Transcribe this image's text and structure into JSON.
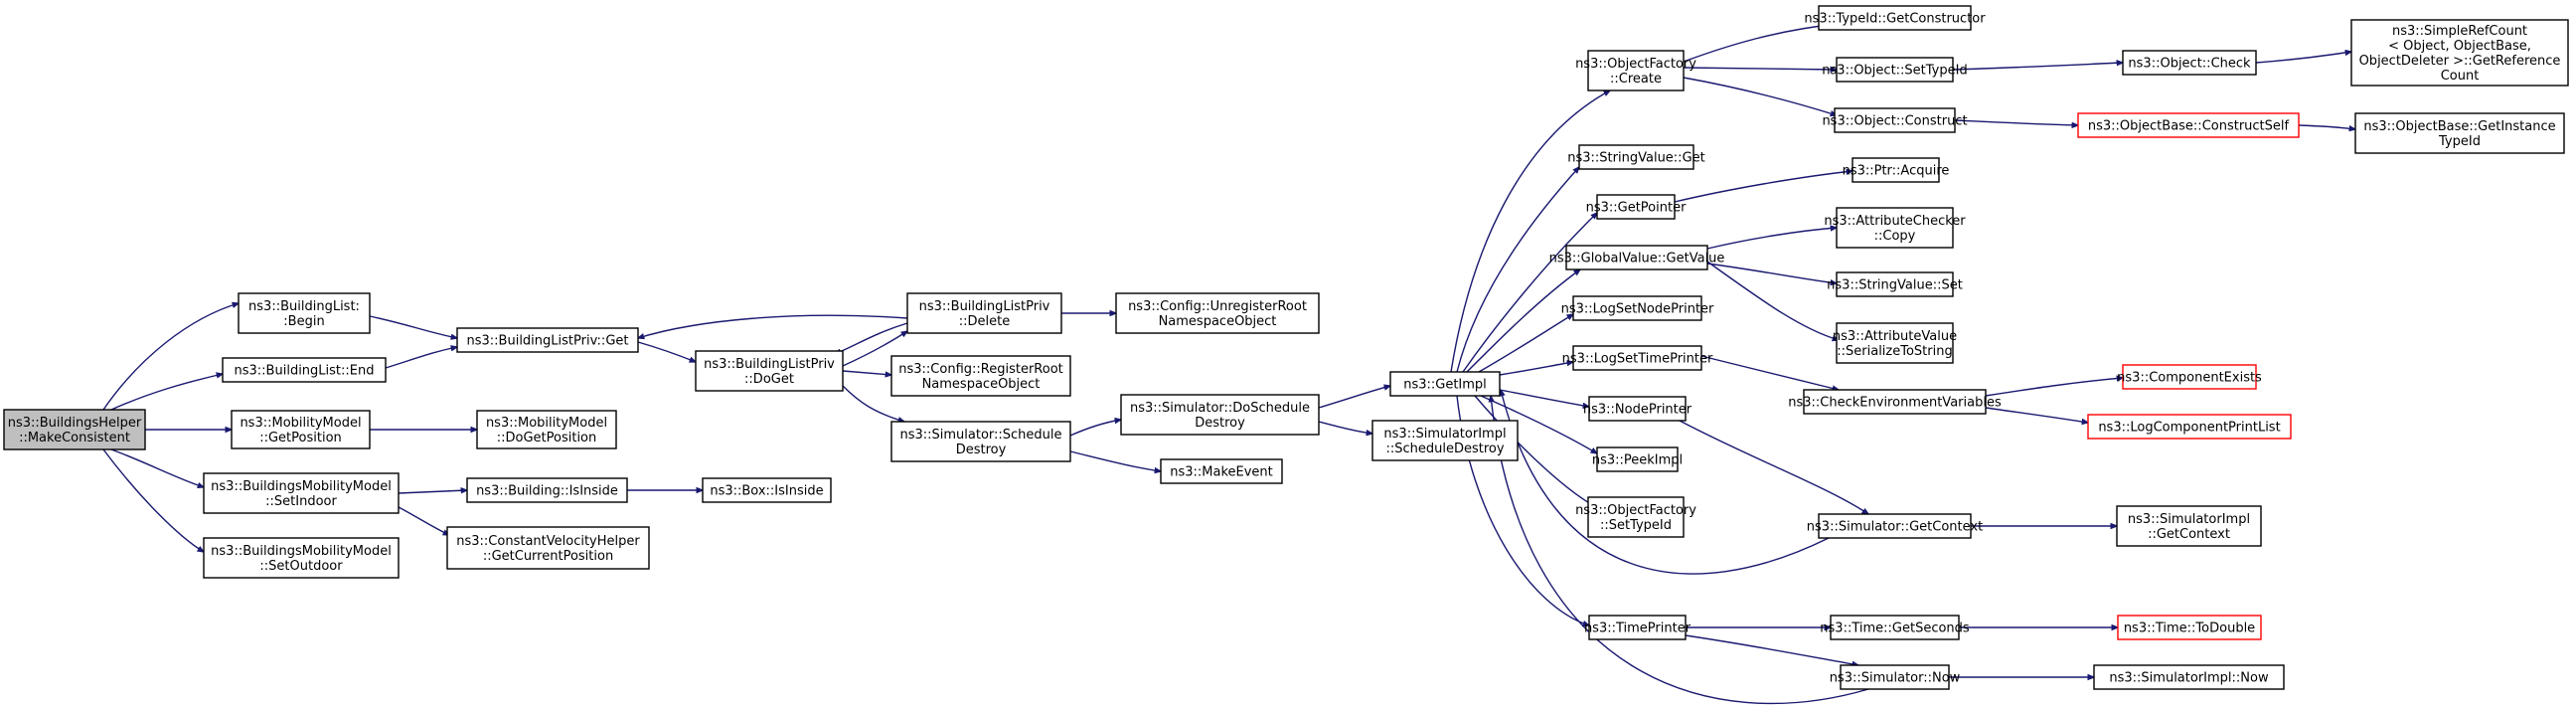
{
  "colors": {
    "edge": "#191970",
    "truncated_border": "#ff0000",
    "root_fill": "#bfbfbf"
  },
  "nodes": [
    {
      "id": "root",
      "lines": [
        "ns3::BuildingsHelper",
        "::MakeConsistent"
      ],
      "root": true
    },
    {
      "id": "bl_begin",
      "lines": [
        "ns3::BuildingList:",
        ":Begin"
      ]
    },
    {
      "id": "bl_end",
      "lines": [
        "ns3::BuildingList::End"
      ]
    },
    {
      "id": "mm_getpos",
      "lines": [
        "ns3::MobilityModel",
        "::GetPosition"
      ]
    },
    {
      "id": "bmm_setindoor",
      "lines": [
        "ns3::BuildingsMobilityModel",
        "::SetIndoor"
      ]
    },
    {
      "id": "bmm_setoutdoor",
      "lines": [
        "ns3::BuildingsMobilityModel",
        "::SetOutdoor"
      ]
    },
    {
      "id": "blp_get",
      "lines": [
        "ns3::BuildingListPriv::Get"
      ]
    },
    {
      "id": "mm_dogetpos",
      "lines": [
        "ns3::MobilityModel",
        "::DoGetPosition"
      ]
    },
    {
      "id": "b_isinside",
      "lines": [
        "ns3::Building::IsInside"
      ]
    },
    {
      "id": "cvh_getcurpos",
      "lines": [
        "ns3::ConstantVelocityHelper",
        "::GetCurrentPosition"
      ]
    },
    {
      "id": "box_isinside",
      "lines": [
        "ns3::Box::IsInside"
      ]
    },
    {
      "id": "blp_doget",
      "lines": [
        "ns3::BuildingListPriv",
        "::DoGet"
      ]
    },
    {
      "id": "blp_delete",
      "lines": [
        "ns3::BuildingListPriv",
        "::Delete"
      ]
    },
    {
      "id": "cfg_unreg",
      "lines": [
        "ns3::Config::UnregisterRoot",
        "NamespaceObject"
      ]
    },
    {
      "id": "cfg_reg",
      "lines": [
        "ns3::Config::RegisterRoot",
        "NamespaceObject"
      ]
    },
    {
      "id": "sim_schedestroy",
      "lines": [
        "ns3::Simulator::Schedule",
        "Destroy"
      ]
    },
    {
      "id": "sim_doschedestroy",
      "lines": [
        "ns3::Simulator::DoSchedule",
        "Destroy"
      ]
    },
    {
      "id": "makeevent",
      "lines": [
        "ns3::MakeEvent"
      ]
    },
    {
      "id": "getimpl",
      "lines": [
        "ns3::GetImpl"
      ]
    },
    {
      "id": "simimpl_schedestroy",
      "lines": [
        "ns3::SimulatorImpl",
        "::ScheduleDestroy"
      ]
    },
    {
      "id": "of_create",
      "lines": [
        "ns3::ObjectFactory",
        "::Create"
      ]
    },
    {
      "id": "sv_get",
      "lines": [
        "ns3::StringValue::Get"
      ]
    },
    {
      "id": "getpointer",
      "lines": [
        "ns3::GetPointer"
      ]
    },
    {
      "id": "gv_getvalue",
      "lines": [
        "ns3::GlobalValue::GetValue"
      ]
    },
    {
      "id": "logsetnode",
      "lines": [
        "ns3::LogSetNodePrinter"
      ]
    },
    {
      "id": "logsettime",
      "lines": [
        "ns3::LogSetTimePrinter"
      ]
    },
    {
      "id": "nodeprinter",
      "lines": [
        "ns3::NodePrinter"
      ]
    },
    {
      "id": "peekimpl",
      "lines": [
        "ns3::PeekImpl"
      ]
    },
    {
      "id": "of_settypeid",
      "lines": [
        "ns3::ObjectFactory",
        "::SetTypeId"
      ]
    },
    {
      "id": "timeprinter",
      "lines": [
        "ns3::TimePrinter"
      ]
    },
    {
      "id": "typeid_getctor",
      "lines": [
        "ns3::TypeId::GetConstructor"
      ]
    },
    {
      "id": "obj_settypeid",
      "lines": [
        "ns3::Object::SetTypeId"
      ]
    },
    {
      "id": "obj_construct",
      "lines": [
        "ns3::Object::Construct"
      ]
    },
    {
      "id": "ptr_acquire",
      "lines": [
        "ns3::Ptr::Acquire"
      ]
    },
    {
      "id": "ac_copy",
      "lines": [
        "ns3::AttributeChecker",
        "::Copy"
      ]
    },
    {
      "id": "sv_set",
      "lines": [
        "ns3::StringValue::Set"
      ]
    },
    {
      "id": "av_serialize",
      "lines": [
        "ns3::AttributeValue",
        "::SerializeToString"
      ]
    },
    {
      "id": "checkenv",
      "lines": [
        "ns3::CheckEnvironmentVariables"
      ]
    },
    {
      "id": "sim_getcontext",
      "lines": [
        "ns3::Simulator::GetContext"
      ]
    },
    {
      "id": "time_getseconds",
      "lines": [
        "ns3::Time::GetSeconds"
      ]
    },
    {
      "id": "sim_now",
      "lines": [
        "ns3::Simulator::Now"
      ]
    },
    {
      "id": "obj_check",
      "lines": [
        "ns3::Object::Check"
      ]
    },
    {
      "id": "ob_constructself",
      "lines": [
        "ns3::ObjectBase::ConstructSelf"
      ],
      "truncated": true
    },
    {
      "id": "componentexists",
      "lines": [
        "ns3::ComponentExists"
      ],
      "truncated": true
    },
    {
      "id": "logcompprintlist",
      "lines": [
        "ns3::LogComponentPrintList"
      ],
      "truncated": true
    },
    {
      "id": "simimpl_getcontext",
      "lines": [
        "ns3::SimulatorImpl",
        "::GetContext"
      ]
    },
    {
      "id": "time_todouble",
      "lines": [
        "ns3::Time::ToDouble"
      ],
      "truncated": true
    },
    {
      "id": "simimpl_now",
      "lines": [
        "ns3::SimulatorImpl::Now"
      ]
    },
    {
      "id": "simplerefcount",
      "lines": [
        "ns3::SimpleRefCount",
        "< Object, ObjectBase,",
        "ObjectDeleter >::GetReference",
        "Count"
      ]
    },
    {
      "id": "ob_getinsttypeid",
      "lines": [
        "ns3::ObjectBase::GetInstance",
        "TypeId"
      ]
    }
  ]
}
